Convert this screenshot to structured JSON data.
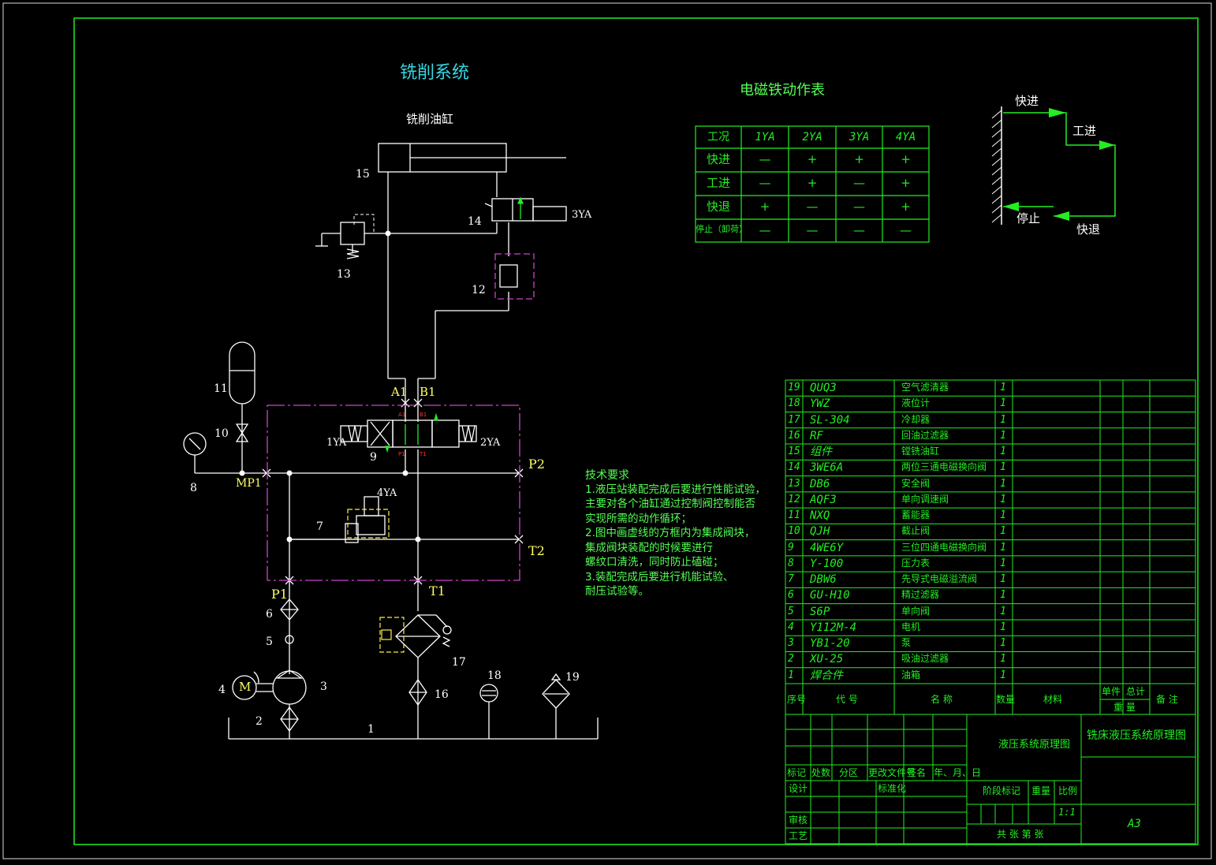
{
  "diagram": {
    "title": "铣削系统",
    "cylinder_label": "铣削油缸",
    "component_numbers": [
      "1",
      "2",
      "3",
      "4",
      "5",
      "6",
      "7",
      "8",
      "9",
      "10",
      "11",
      "12",
      "13",
      "14",
      "15",
      "16",
      "17",
      "18",
      "19"
    ],
    "motor_symbol": "M",
    "ports": {
      "A1": "A1",
      "B1": "B1",
      "P1": "P1",
      "P2": "P2",
      "T1": "T1",
      "T2": "T2",
      "MP1": "MP1",
      "small_A1": "A1",
      "small_B1": "B1",
      "small_P1": "P1",
      "small_T1": "T1"
    },
    "solenoids": {
      "ya1": "1YA",
      "ya2": "2YA",
      "ya3": "3YA",
      "ya4": "4YA"
    }
  },
  "tech_notes": {
    "heading": "技术要求",
    "lines": [
      "1.液压站装配完成后要进行性能试验，",
      "主要对各个油缸通过控制阀控制能否",
      "实现所需的动作循环；",
      "2.图中画虚线的方框内为集成阀块，",
      "集成阀块装配的时候要进行",
      "螺纹口清洗，同时防止磕碰；",
      "3.装配完成后要进行机能试验、",
      "耐压试验等。"
    ]
  },
  "solenoid_table": {
    "title": "电磁铁动作表",
    "headers": [
      "工况",
      "1YA",
      "2YA",
      "3YA",
      "4YA"
    ],
    "rows": [
      [
        "快进",
        "—",
        "+",
        "+",
        "+"
      ],
      [
        "工进",
        "—",
        "+",
        "—",
        "+"
      ],
      [
        "快退",
        "+",
        "—",
        "—",
        "+"
      ],
      [
        "停止（卸荷）",
        "—",
        "—",
        "—",
        "—"
      ]
    ]
  },
  "cycle": {
    "fast_forward": "快进",
    "work_feed": "工进",
    "stop": "停止",
    "fast_return": "快退"
  },
  "parts_list": {
    "rows": [
      {
        "no": "19",
        "code": "QUQ3",
        "name": "空气滤清器",
        "qty": "1"
      },
      {
        "no": "18",
        "code": "YWZ",
        "name": "液位计",
        "qty": "1"
      },
      {
        "no": "17",
        "code": "SL-304",
        "name": "冷却器",
        "qty": "1"
      },
      {
        "no": "16",
        "code": "RF",
        "name": "回油过滤器",
        "qty": "1"
      },
      {
        "no": "15",
        "code": "组件",
        "name": "镗铣油缸",
        "qty": "1"
      },
      {
        "no": "14",
        "code": "3WE6A",
        "name": "两位三通电磁换向阀",
        "qty": "1"
      },
      {
        "no": "13",
        "code": "DB6",
        "name": "安全阀",
        "qty": "1"
      },
      {
        "no": "12",
        "code": "AQF3",
        "name": "单向调速阀",
        "qty": "1"
      },
      {
        "no": "11",
        "code": "NXQ",
        "name": "蓄能器",
        "qty": "1"
      },
      {
        "no": "10",
        "code": "QJH",
        "name": "截止阀",
        "qty": "1"
      },
      {
        "no": "9",
        "code": "4WE6Y",
        "name": "三位四通电磁换向阀",
        "qty": "1"
      },
      {
        "no": "8",
        "code": "Y-100",
        "name": "压力表",
        "qty": "1"
      },
      {
        "no": "7",
        "code": "DBW6",
        "name": "先导式电磁溢流阀",
        "qty": "1"
      },
      {
        "no": "6",
        "code": "GU-H10",
        "name": "精过滤器",
        "qty": "1"
      },
      {
        "no": "5",
        "code": "S6P",
        "name": "单向阀",
        "qty": "1"
      },
      {
        "no": "4",
        "code": "Y112M-4",
        "name": "电机",
        "qty": "1"
      },
      {
        "no": "3",
        "code": "YB1-20",
        "name": "泵",
        "qty": "1"
      },
      {
        "no": "2",
        "code": "XU-25",
        "name": "吸油过滤器",
        "qty": "1"
      },
      {
        "no": "1",
        "code": "焊合件",
        "name": "油箱",
        "qty": "1"
      }
    ],
    "header": {
      "no": "序号",
      "code": "代 号",
      "name": "名 称",
      "qty": "数量",
      "material": "材料",
      "unit": "单件",
      "total": "总计",
      "weight": "重 量",
      "remark": "备 注"
    }
  },
  "title_block": {
    "drawing_name": "液压系统原理图",
    "project_name": "铣床液压系统原理图",
    "mark": "标记",
    "count": "处数",
    "zone": "分区",
    "change_doc": "更改文件号",
    "sign": "签名",
    "date": "年、月、日",
    "design": "设计",
    "standard": "标准化",
    "stage": "阶段标记",
    "weight": "重量",
    "scale": "比例",
    "scale_value": "1:1",
    "review": "审核",
    "process": "工艺",
    "sheets": "共  张 第  张",
    "size": "A3"
  },
  "colors": {
    "background": "#000000",
    "frame": "#22ee22",
    "lines": "#ffffff",
    "magenta": "#cc44cc",
    "yellow": "#ffee44",
    "cyan": "#35d8e6"
  }
}
